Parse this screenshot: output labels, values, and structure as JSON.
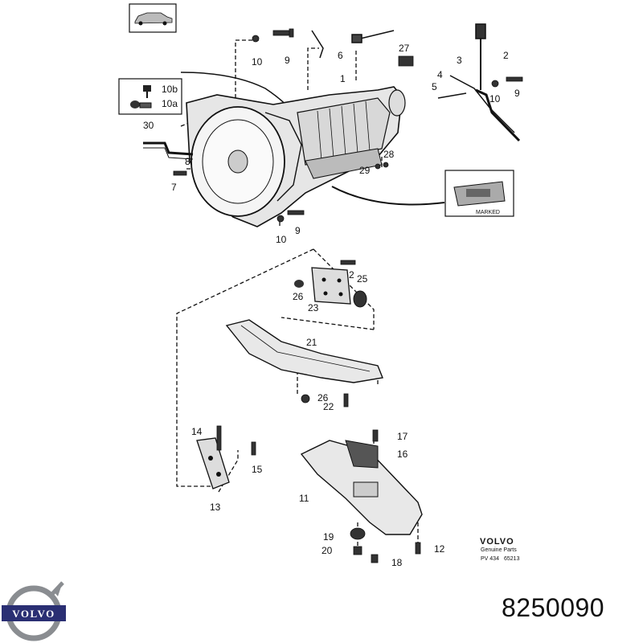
{
  "part_number": "8250090",
  "logo_text": "VOLVO",
  "marked_label": "MARKED",
  "genuine": {
    "brand": "VOLVO",
    "line1": "Genuine Parts",
    "code1": "PV 434",
    "code2": "65213"
  },
  "callouts": {
    "c1": "1",
    "c2": "2",
    "c2b": "2",
    "c3": "3",
    "c4": "4",
    "c5": "5",
    "c6": "6",
    "c7": "7",
    "c8": "8",
    "c9a": "9",
    "c9b": "9",
    "c9c": "9",
    "c10a": "10",
    "c10b": "10",
    "c10c": "10",
    "c10b_lbl": "10b",
    "c10a_lbl": "10a",
    "c11": "11",
    "c12": "12",
    "c13": "13",
    "c14": "14",
    "c15": "15",
    "c16": "16",
    "c17": "17",
    "c18": "18",
    "c19": "19",
    "c20": "20",
    "c21": "21",
    "c22": "22",
    "c23": "23",
    "c25": "25",
    "c26a": "26",
    "c26b": "26",
    "c27": "27",
    "c28": "28",
    "c29": "29",
    "c30": "30"
  }
}
